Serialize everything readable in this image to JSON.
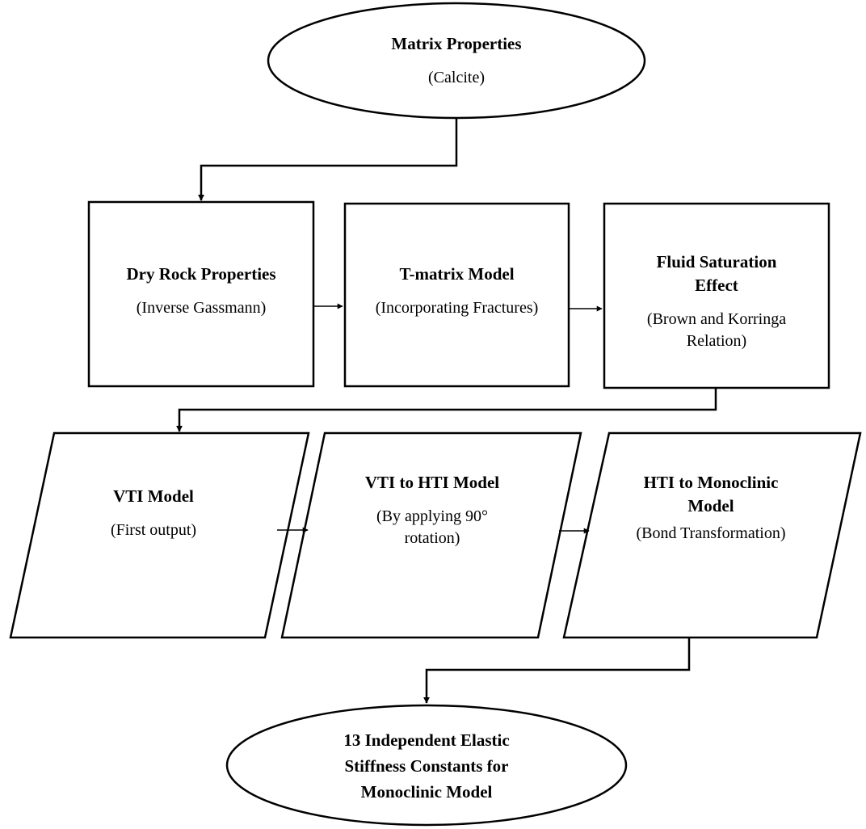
{
  "nodes": {
    "matrix": {
      "title": "Matrix Properties",
      "subtitle": "(Calcite)"
    },
    "dry_rock": {
      "title": "Dry Rock Properties",
      "subtitle": "(Inverse Gassmann)"
    },
    "t_matrix": {
      "title": "T-matrix Model",
      "subtitle": "(Incorporating Fractures)"
    },
    "fluid": {
      "title_line1": "Fluid Saturation",
      "title_line2": "Effect",
      "subtitle_line1": "(Brown and Korringa",
      "subtitle_line2": "Relation)"
    },
    "vti": {
      "title": "VTI Model",
      "subtitle": "(First output)"
    },
    "vti_hti": {
      "title": "VTI to HTI Model",
      "subtitle_line1": "(By applying 90°",
      "subtitle_line2": "rotation)"
    },
    "hti_mono": {
      "title_line1": "HTI to Monoclinic",
      "title_line2": "Model",
      "subtitle": "(Bond Transformation)"
    },
    "result": {
      "line1": "13 Independent Elastic",
      "line2": "Stiffness Constants for",
      "line3": "Monoclinic Model"
    }
  },
  "colors": {
    "stroke": "#000000",
    "fill": "#ffffff"
  }
}
